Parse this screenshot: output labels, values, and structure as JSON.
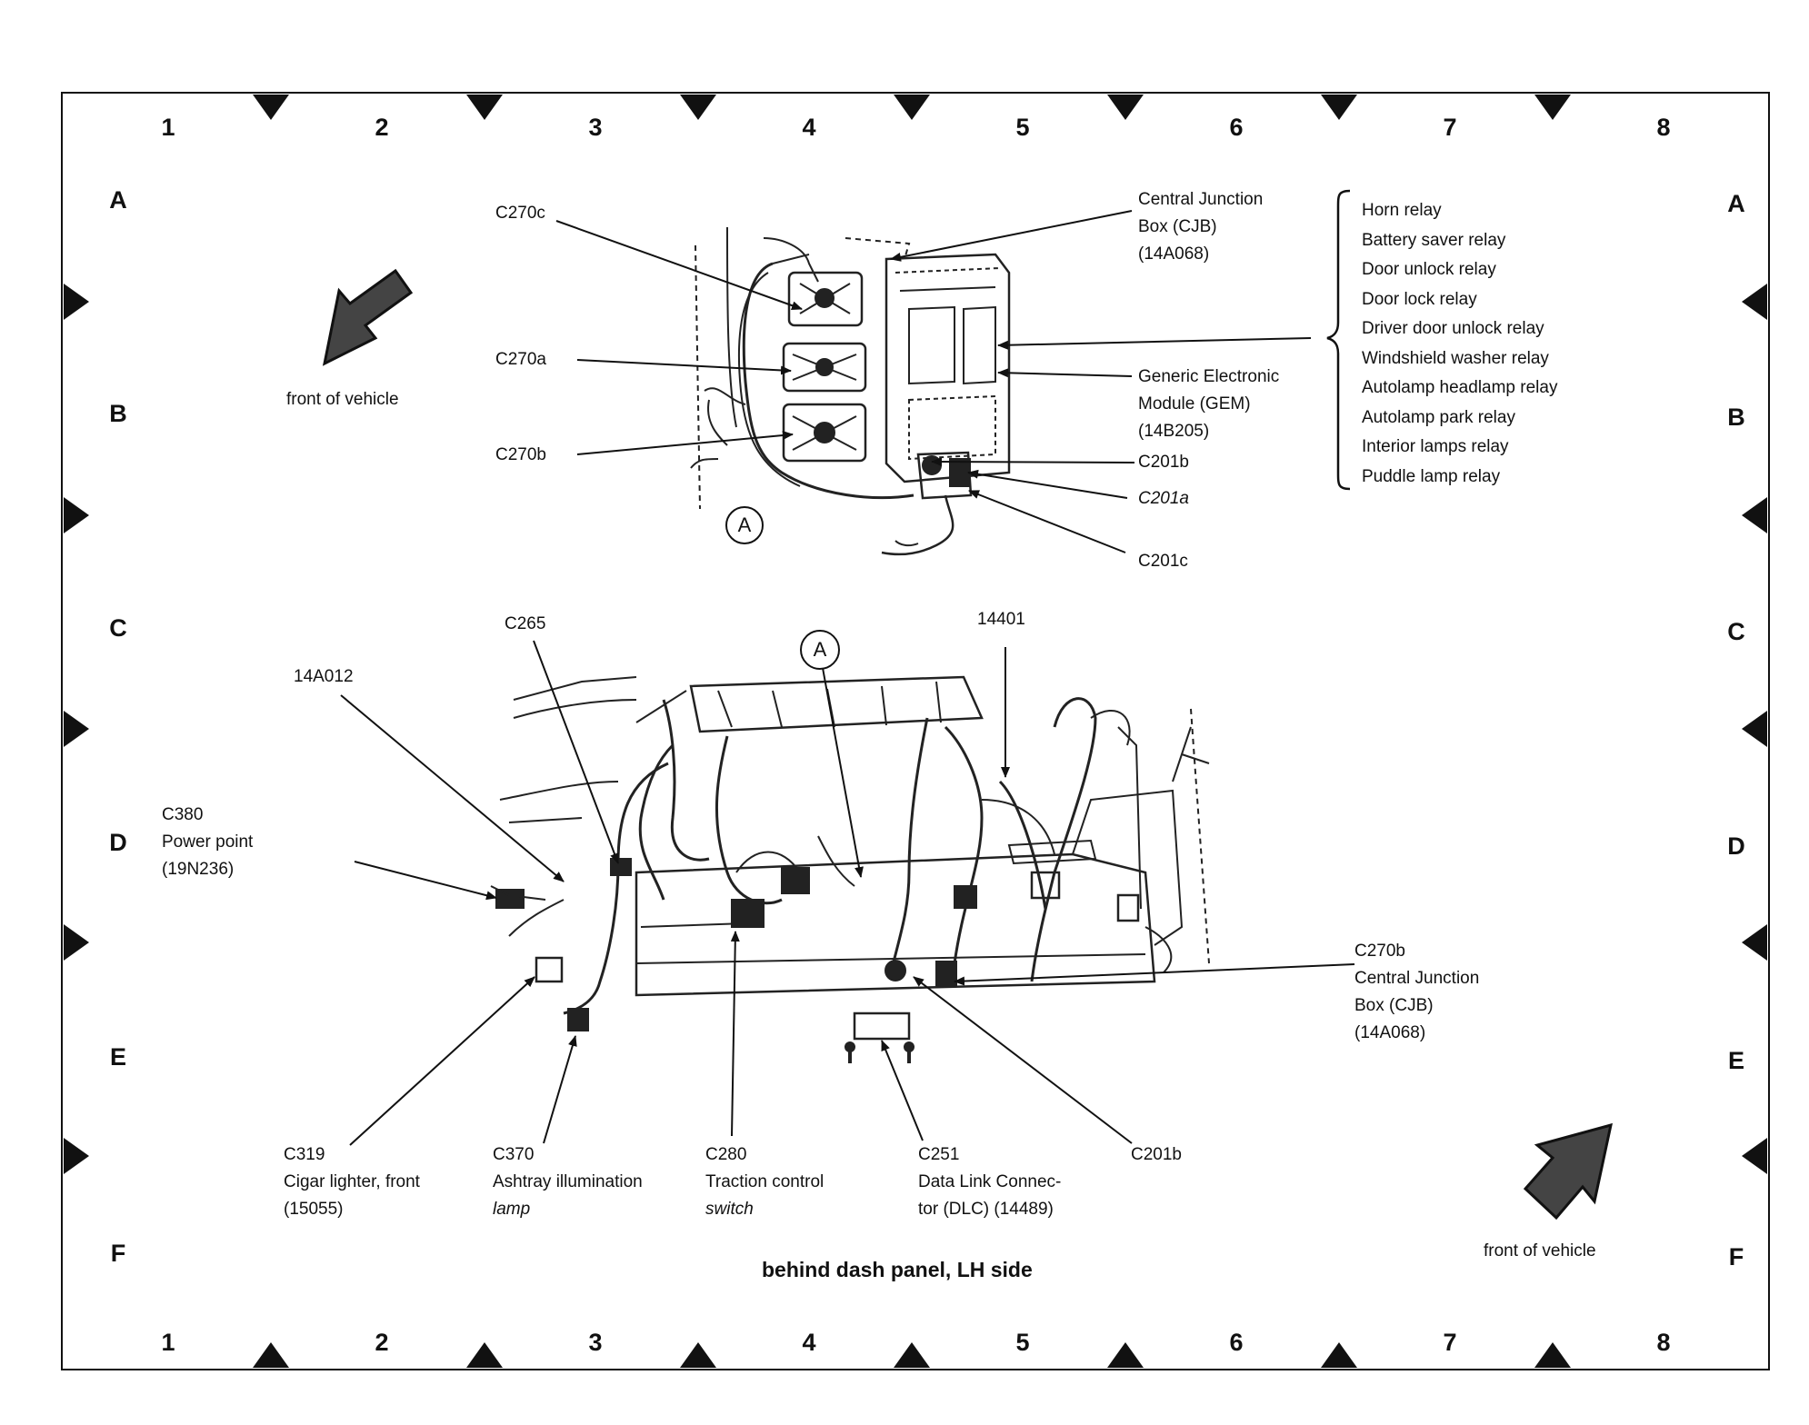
{
  "grid": {
    "columns": [
      "1",
      "2",
      "3",
      "4",
      "5",
      "6",
      "7",
      "8"
    ],
    "rows": [
      "A",
      "B",
      "C",
      "D",
      "E",
      "F"
    ]
  },
  "top_view": {
    "callouts": {
      "c270c": "C270c",
      "c270a": "C270a",
      "c270b": "C270b",
      "c201b": "C201b",
      "c201a": "C201a",
      "c201c": "C201c",
      "marker_a": "A"
    },
    "cjb": [
      "Central Junction",
      "Box (CJB)",
      "(14A068)"
    ],
    "gem": [
      "Generic Electronic",
      "Module (GEM)",
      "(14B205)"
    ],
    "relays": [
      "Horn relay",
      "Battery saver relay",
      "Door unlock relay",
      "Door lock relay",
      "Driver door unlock relay",
      "Windshield washer relay",
      "Autolamp headlamp relay",
      "Autolamp park relay",
      "Interior lamps relay",
      "Puddle lamp relay"
    ],
    "front_label": "front of vehicle"
  },
  "bottom_view": {
    "callouts": {
      "c265": "C265",
      "harness_14a012": "14A012",
      "harness_14401": "14401",
      "marker_a": "A"
    },
    "c380": [
      "C380",
      "Power point",
      "(19N236)"
    ],
    "c270b_cjb": [
      "C270b",
      "Central Junction",
      "Box (CJB)",
      "(14A068)"
    ],
    "c319": [
      "C319",
      "Cigar lighter, front",
      "(15055)"
    ],
    "c370": [
      "C370",
      "Ashtray illumination",
      "lamp"
    ],
    "c280": [
      "C280",
      "Traction control",
      "switch"
    ],
    "c251": [
      "C251",
      "Data Link Connec-",
      "tor (DLC) (14489)"
    ],
    "c201b": "C201b",
    "front_label": "front of vehicle",
    "caption": "behind dash panel, LH side"
  },
  "colors": {
    "ink": "#111111",
    "arrow_fill": "#333333",
    "paper": "#ffffff"
  }
}
